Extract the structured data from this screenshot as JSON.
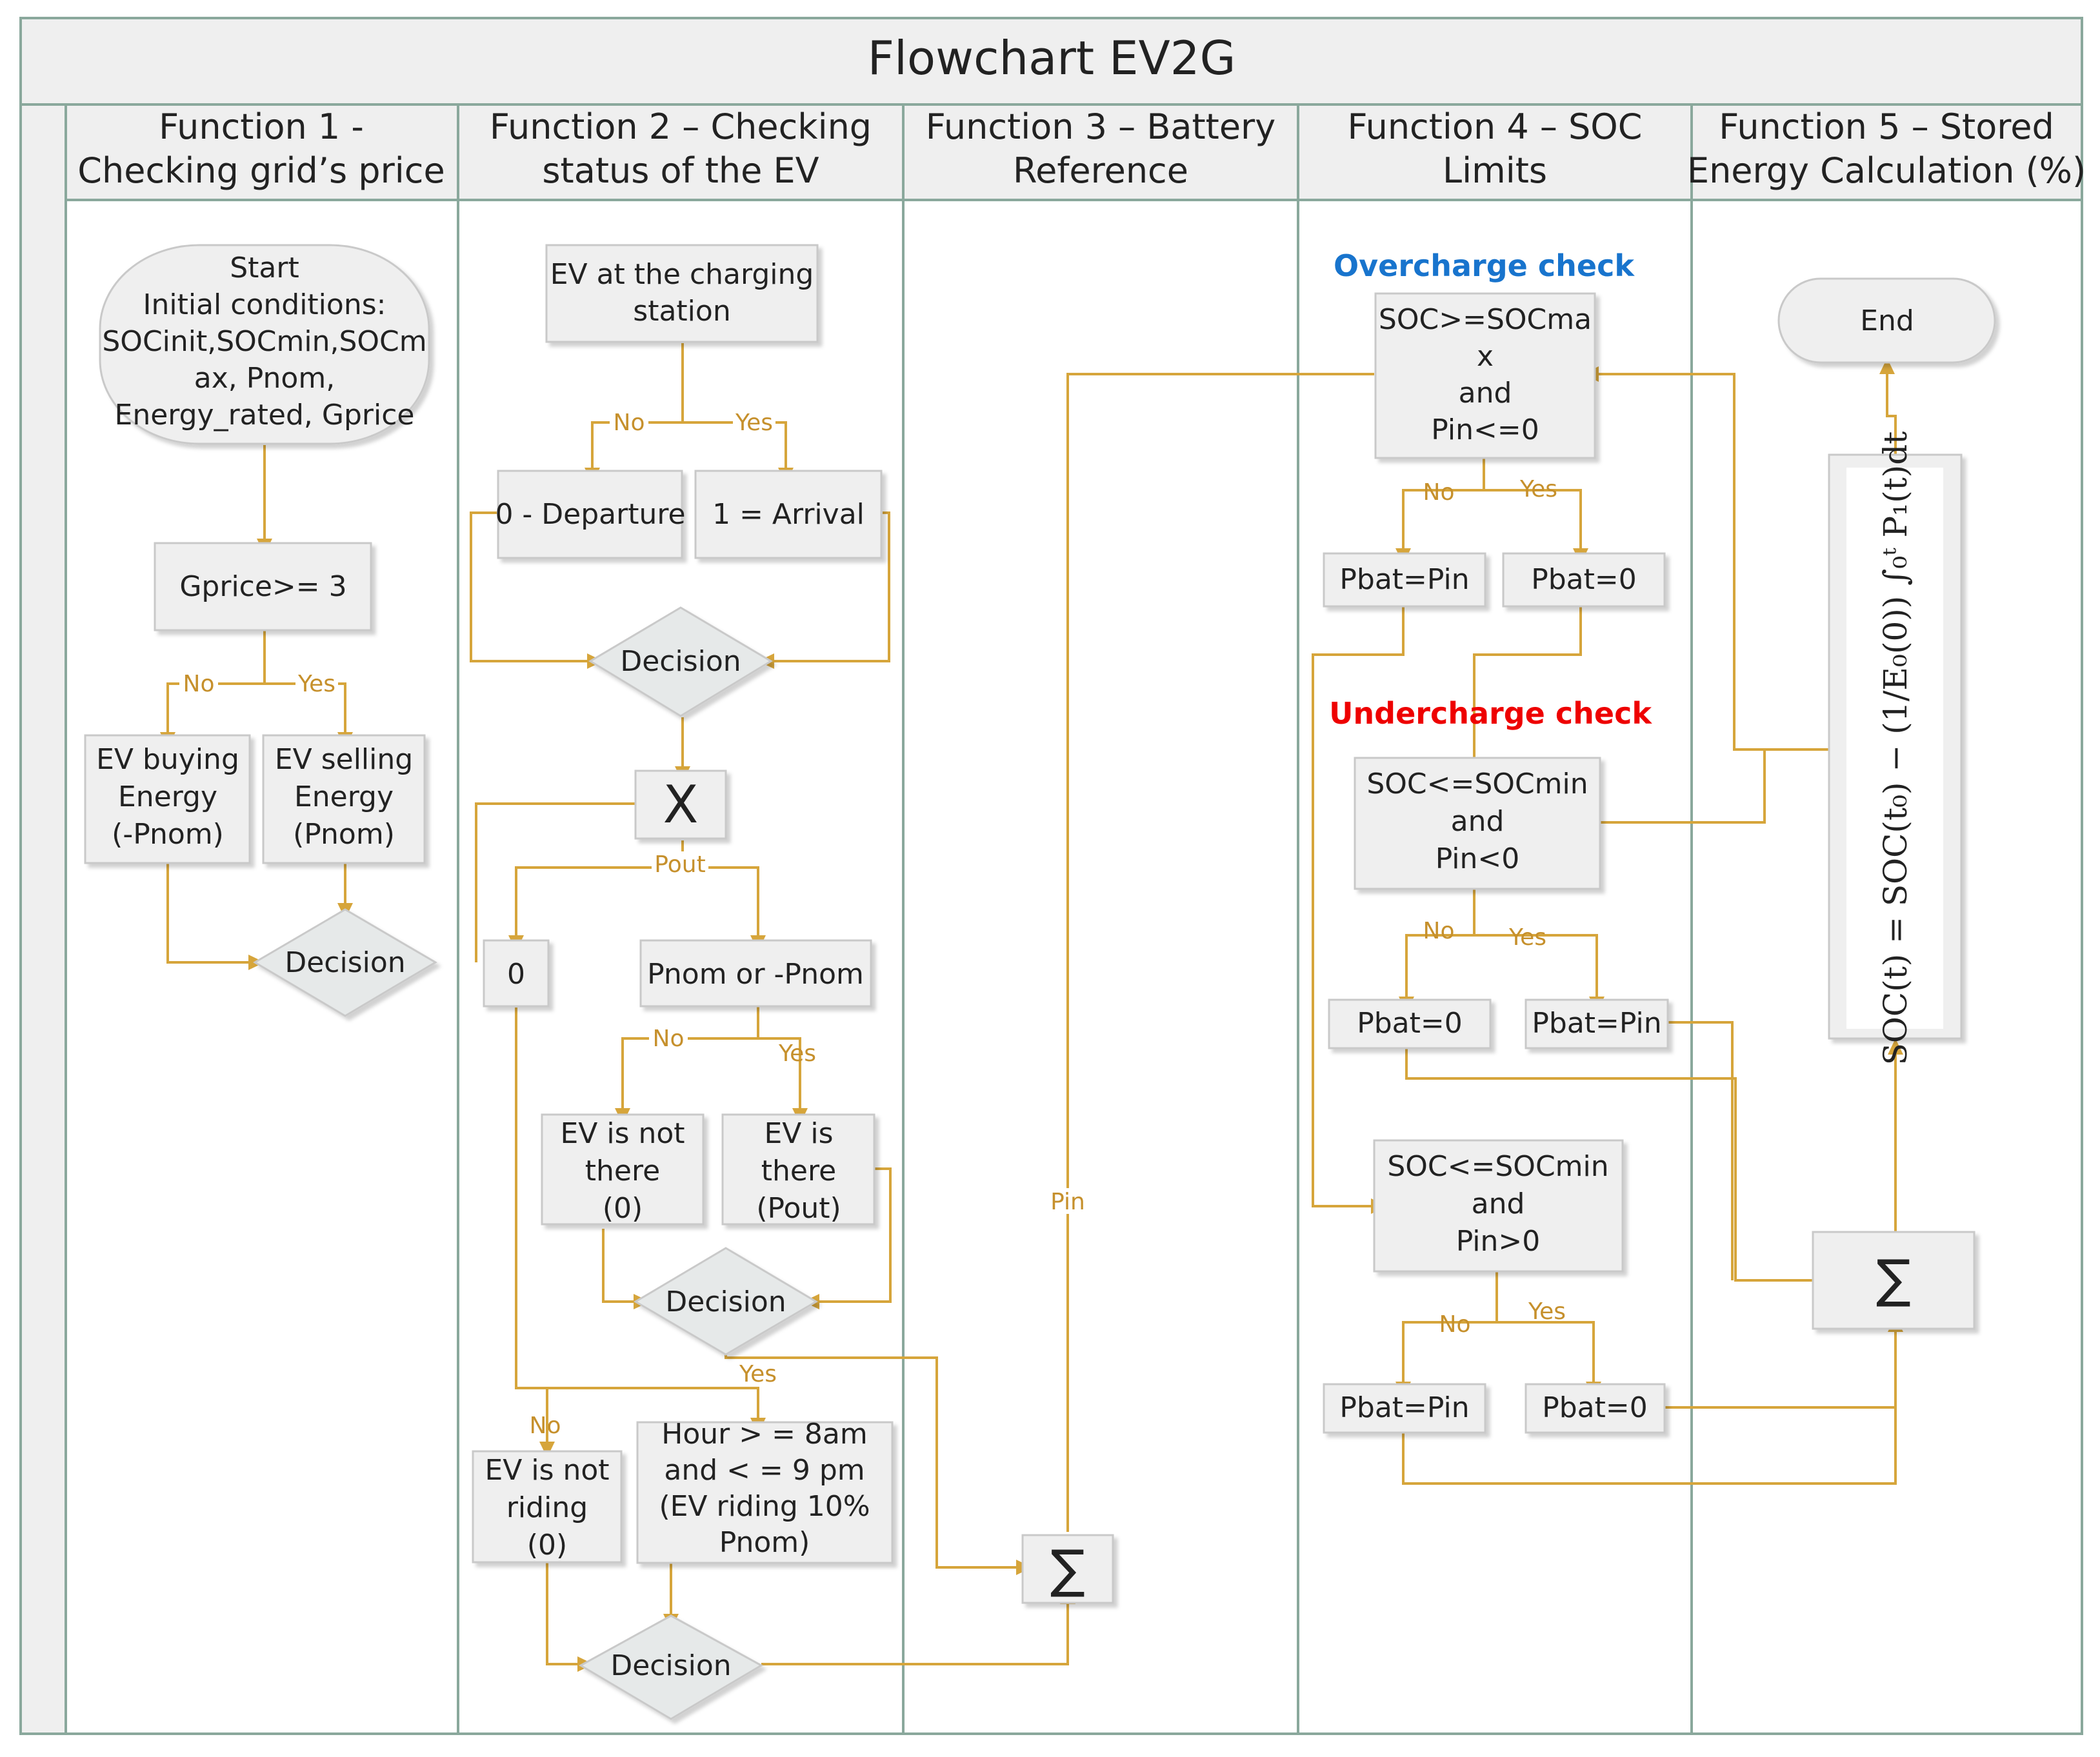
{
  "title": "Flowchart  EV2G",
  "lanes": [
    {
      "line1": "Function 1 -",
      "line2": "Checking grid’s price"
    },
    {
      "line1": "Function 2 – Checking",
      "line2": "status of the EV"
    },
    {
      "line1": "Function 3 – Battery",
      "line2": "Reference"
    },
    {
      "line1": "Function 4 – SOC",
      "line2": "Limits"
    },
    {
      "line1": "Function 5 – Stored",
      "line2": "Energy Calculation (%)"
    }
  ],
  "f1": {
    "start": [
      "Start",
      "Initial conditions:",
      "SOCinit,SOCmin,SOCm",
      "ax, Pnom,",
      "Energy_rated, Gprice"
    ],
    "gprice": "Gprice>= 3",
    "no": "No",
    "yes": "Yes",
    "buying": [
      "EV buying",
      "Energy",
      "(-Pnom)"
    ],
    "selling": [
      "EV selling",
      "Energy",
      "(Pnom)"
    ],
    "decision": "Decision"
  },
  "f2": {
    "station": [
      "EV at the charging",
      "station"
    ],
    "no": "No",
    "yes": "Yes",
    "departure": "0 - Departure",
    "arrival": "1 = Arrival",
    "decision1": "Decision",
    "multiply": "X",
    "pout": "Pout",
    "zero": "0",
    "pnom": "Pnom or -Pnom",
    "no2": "No",
    "yes2": "Yes",
    "not_there": [
      "EV is not",
      "there",
      "(0)"
    ],
    "is_there": [
      "EV is",
      "there",
      "(Pout)"
    ],
    "decision2": "Decision",
    "yes3": "Yes",
    "no3": "No",
    "not_riding": [
      "EV is not",
      "riding",
      "(0)"
    ],
    "hour": [
      "Hour > = 8am",
      "and < = 9 pm",
      "(EV riding 10%",
      "Pnom)"
    ],
    "decision3": "Decision"
  },
  "f3": {
    "sum": "∑",
    "pin": "Pin"
  },
  "f4": {
    "overcharge": "Overcharge check",
    "undercharge": "Undercharge check",
    "overcharge_color": "#1874cd",
    "undercharge_color": "#ee0000",
    "cond1": [
      "SOC>=SOCma",
      "x",
      "and",
      "Pin<=0"
    ],
    "no1": "No",
    "yes1": "Yes",
    "pbat_pin_1": "Pbat=Pin",
    "pbat_0_1": "Pbat=0",
    "cond2": [
      "SOC<=SOCmin",
      "and",
      "Pin<0"
    ],
    "no2": "No",
    "yes2": "Yes",
    "pbat_0_2": "Pbat=0",
    "pbat_pin_2": "Pbat=Pin",
    "cond3": [
      "SOC<=SOCmin",
      "and",
      "Pin>0"
    ],
    "no3": "No",
    "yes3": "Yes",
    "pbat_pin_3": "Pbat=Pin",
    "pbat_0_3": "Pbat=0"
  },
  "f5": {
    "end": "End",
    "sum": "∑",
    "formula": "SOC(t) = SOC(t₀) − (1/E₀(0)) ∫₀ᵗ P₁(t)dt"
  },
  "colors": {
    "flow": "#d6a53b",
    "lane_border": "#8aa89c",
    "box_fill": "#efefef"
  }
}
